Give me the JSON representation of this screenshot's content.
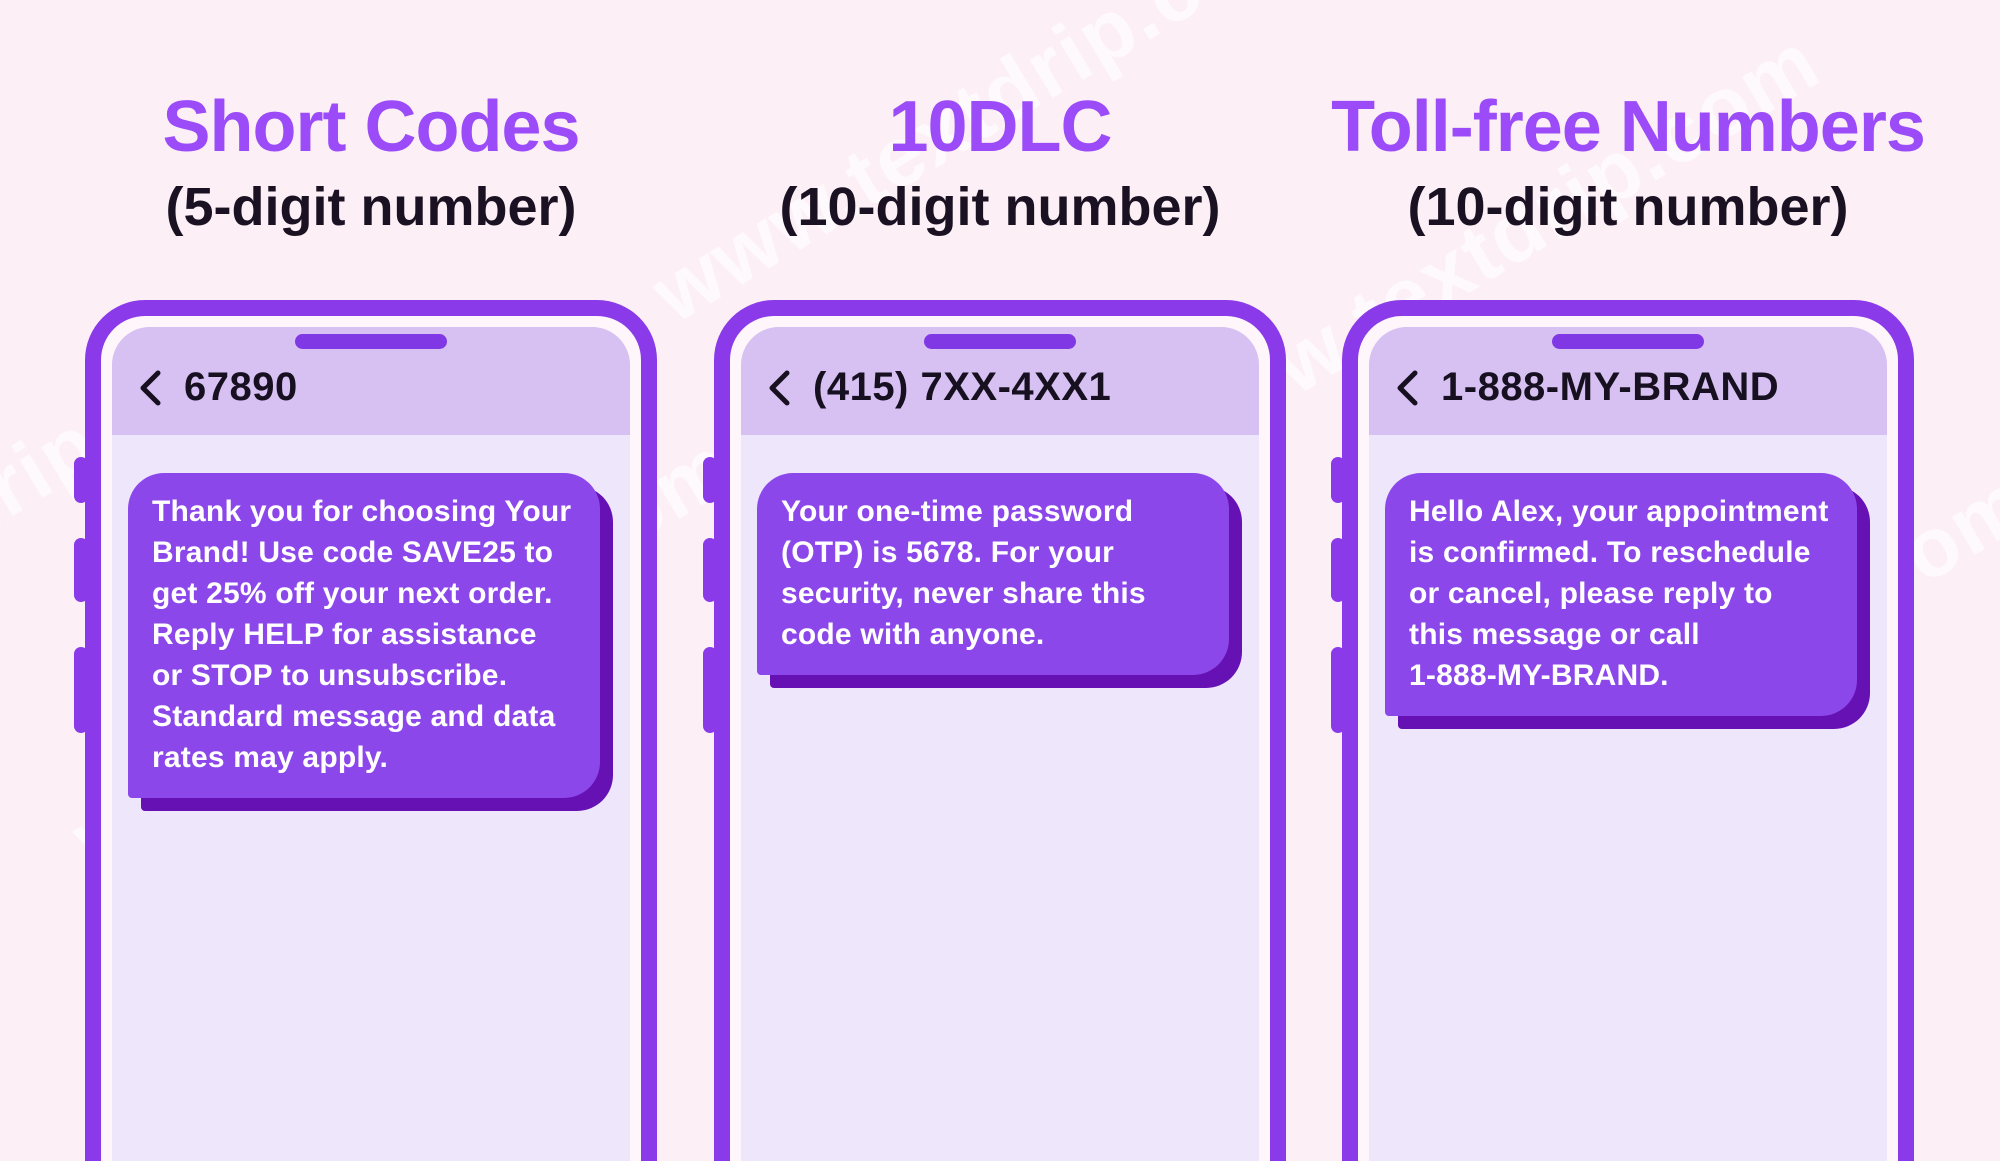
{
  "watermark": {
    "text": "www.textdrip.com"
  },
  "columns": [
    {
      "title": "Short Codes",
      "subtitle": "(5-digit number)",
      "phone": {
        "sender": "67890",
        "message": "Thank you for choosing Your\nBrand! Use code SAVE25 to\nget 25% off your next order.\nReply HELP for assistance\nor STOP to unsubscribe.\nStandard message and data\nrates may apply."
      }
    },
    {
      "title": "10DLC",
      "subtitle": "(10-digit number)",
      "phone": {
        "sender": "(415) 7XX-4XX1",
        "message": "Your one-time password\n(OTP) is 5678. For your\nsecurity, never share this\ncode with anyone."
      }
    },
    {
      "title": "Toll-free Numbers",
      "subtitle": "(10-digit number)",
      "phone": {
        "sender": "1-888-MY-BRAND",
        "message": "Hello Alex, your appointment\nis confirmed. To reschedule\nor cancel, please reply to\nthis message or call\n1-888-MY-BRAND."
      }
    }
  ],
  "colors": {
    "background": "#fcf0f6",
    "title_purple": "#9b4bf8",
    "subtitle_dark": "#1a1122",
    "phone_frame": "#8a3ae9",
    "phone_gap": "#fef6fa",
    "screen_header": "#d7c0f2",
    "screen_body": "#eee6fa",
    "notch_pill": "#8038e4",
    "bubble": "#8c47eb",
    "bubble_shadow": "#6611b3",
    "bubble_text": "#ffffff",
    "watermark": "rgba(255,255,255,0.62)"
  }
}
